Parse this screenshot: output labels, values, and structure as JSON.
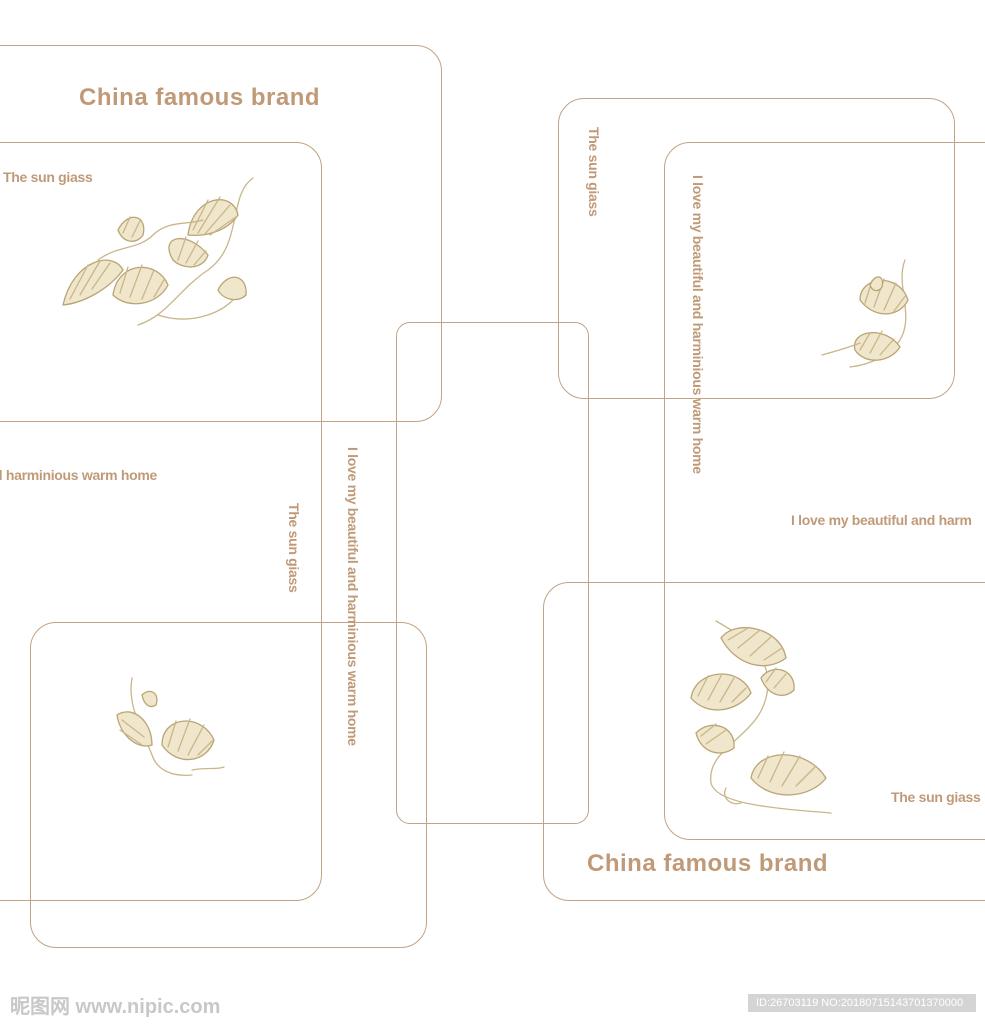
{
  "brand_top": "China famous brand",
  "brand_bottom": "China famous brand",
  "sun_glass": "The sun giass",
  "love_full": "I love my beautiful and harminious warm home",
  "love_tail": "d harminious warm home",
  "love_head": "I love my beautiful and harm",
  "watermark_left": "昵图网 www.nipic.com",
  "watermark_right": "ID:26703119 NO:20180715143701370000",
  "colors": {
    "line": "#c2a385",
    "text": "#c09a78",
    "ornament": "#c9b68a"
  }
}
